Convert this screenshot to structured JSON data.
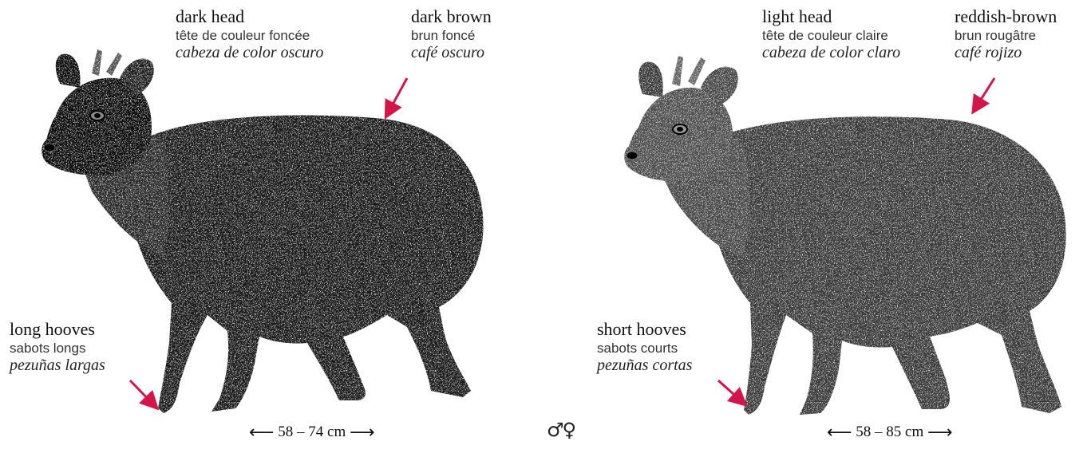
{
  "left_animal": {
    "head_label": {
      "en": "dark head",
      "fr": "tête de couleur foncée",
      "es": "cabeza de color oscuro"
    },
    "coat_label": {
      "en": "dark brown",
      "fr": "brun foncé",
      "es": "café oscuro"
    },
    "hooves_label": {
      "en": "long hooves",
      "fr": "sabots longs",
      "es": "pezuñas largas"
    },
    "size": "58 – 74 cm"
  },
  "right_animal": {
    "head_label": {
      "en": "light head",
      "fr": "tête de couleur claire",
      "es": "cabeza de color claro"
    },
    "coat_label": {
      "en": "reddish-brown",
      "fr": "brun rougâtre",
      "es": "café rojizo"
    },
    "hooves_label": {
      "en": "short hooves",
      "fr": "sabots courts",
      "es": "pezuñas cortas"
    },
    "size": "58 – 85 cm"
  },
  "sex_symbols": "♂♀",
  "arrow_left": "⟵",
  "arrow_right": "⟶",
  "colors": {
    "pointer_arrow": "#d3164a",
    "left_animal_fill": "#1c1c1c",
    "right_animal_fill": "#3a3a3a"
  }
}
